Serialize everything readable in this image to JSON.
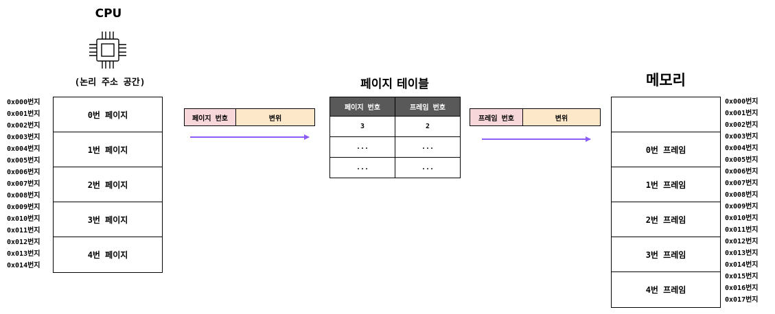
{
  "cpu": {
    "title": "CPU",
    "subtitle": "(논리 주소 공간)",
    "icon": "cpu-chip-icon"
  },
  "logical_addresses": [
    "0x000번지",
    "0x001번지",
    "0x002번지",
    "0x003번지",
    "0x004번지",
    "0x005번지",
    "0x006번지",
    "0x007번지",
    "0x008번지",
    "0x009번지",
    "0x010번지",
    "0x011번지",
    "0x012번지",
    "0x013번지",
    "0x014번지"
  ],
  "pages": [
    "0번 페이지",
    "1번 페이지",
    "2번 페이지",
    "3번 페이지",
    "4번 페이지"
  ],
  "logical_address_box": {
    "part1": "페이지 번호",
    "part2": "변위"
  },
  "page_table": {
    "title": "페이지 테이블",
    "headers": [
      "페이지 번호",
      "프레임 번호"
    ],
    "rows": [
      [
        "3",
        "2"
      ],
      [
        "...",
        "..."
      ],
      [
        "...",
        "..."
      ]
    ]
  },
  "physical_address_box": {
    "part1": "프레임 번호",
    "part2": "변위"
  },
  "memory": {
    "title": "메모리",
    "frames": [
      "",
      "0번 프레임",
      "1번 프레임",
      "2번 프레임",
      "3번 프레임",
      "4번 프레임"
    ],
    "addresses": [
      "0x000번지",
      "0x001번지",
      "0x002번지",
      "0x003번지",
      "0x004번지",
      "0x005번지",
      "0x006번지",
      "0x007번지",
      "0x008번지",
      "0x009번지",
      "0x010번지",
      "0x011번지",
      "0x012번지",
      "0x013번지",
      "0x014번지",
      "0x015번지",
      "0x016번지",
      "0x017번지"
    ]
  },
  "colors": {
    "arrow": "#8b5cf6",
    "pink": "#f8d7da",
    "cream": "#fde9c9",
    "table_header": "#595959"
  }
}
